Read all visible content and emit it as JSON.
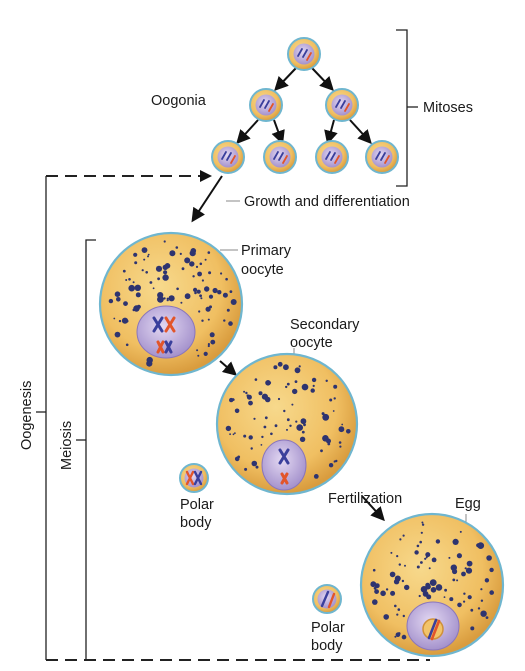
{
  "labels": {
    "oogonia": "Oogonia",
    "mitoses": "Mitoses",
    "growth": "Growth and differentiation",
    "primary_line1": "Primary",
    "primary_line2": "oocyte",
    "secondary_line1": "Secondary",
    "secondary_line2": "oocyte",
    "fertilization": "Fertilization",
    "egg": "Egg",
    "polar1_line1": "Polar",
    "polar1_line2": "body",
    "polar2_line1": "Polar",
    "polar2_line2": "body",
    "oogenesis": "Oogenesis",
    "meiosis": "Meiosis"
  },
  "colors": {
    "cell_fill": "#f2c46a",
    "cell_edge": "#e0a040",
    "cell_ring": "#6fb6cf",
    "dot": "#2e3470",
    "nucleus": "#b9a8d8",
    "chrom_blue": "#3a3f9c",
    "chrom_red": "#e2552a"
  }
}
